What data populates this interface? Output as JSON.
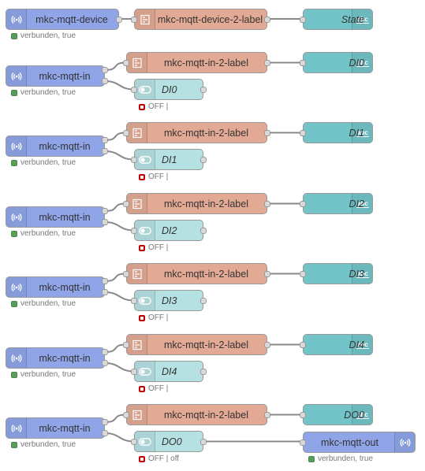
{
  "nodes": {
    "device": {
      "label": "mkc-mqtt-device",
      "status": "verbunden, true",
      "icon": "radio-waves-icon"
    },
    "device_label": {
      "label": "mkc-mqtt-device-2-label",
      "icon": "function-icon"
    },
    "state": {
      "label": "State",
      "icon": "abc-text-icon"
    },
    "rows": [
      {
        "mqtt_in": "mkc-mqtt-in",
        "mqtt_status": "verbunden, true",
        "func": "mkc-mqtt-in-2-label",
        "text": "DI0",
        "switch": "DI0",
        "switch_status": "OFF |"
      },
      {
        "mqtt_in": "mkc-mqtt-in",
        "mqtt_status": "verbunden, true",
        "func": "mkc-mqtt-in-2-label",
        "text": "DI1",
        "switch": "DI1",
        "switch_status": "OFF |"
      },
      {
        "mqtt_in": "mkc-mqtt-in",
        "mqtt_status": "verbunden, true",
        "func": "mkc-mqtt-in-2-label",
        "text": "DI2",
        "switch": "DI2",
        "switch_status": "OFF |"
      },
      {
        "mqtt_in": "mkc-mqtt-in",
        "mqtt_status": "verbunden, true",
        "func": "mkc-mqtt-in-2-label",
        "text": "DI3",
        "switch": "DI3",
        "switch_status": "OFF |"
      },
      {
        "mqtt_in": "mkc-mqtt-in",
        "mqtt_status": "verbunden, true",
        "func": "mkc-mqtt-in-2-label",
        "text": "DI4",
        "switch": "DI4",
        "switch_status": "OFF |"
      },
      {
        "mqtt_in": "mkc-mqtt-in",
        "mqtt_status": "verbunden, true",
        "func": "mkc-mqtt-in-2-label",
        "text": "DO0",
        "switch": "DO0",
        "switch_status": "OFF | off"
      }
    ],
    "mqtt_out": {
      "label": "mkc-mqtt-out",
      "status": "verbunden, true",
      "icon": "radio-waves-icon"
    }
  },
  "colors": {
    "mqtt": "#8fa5e8",
    "function": "#e2a994",
    "text_output": "#72c4c9",
    "switch": "#b6e1e3",
    "wire": "#888888",
    "status_ok": "#5a9c5a",
    "status_off": "#c00000"
  }
}
